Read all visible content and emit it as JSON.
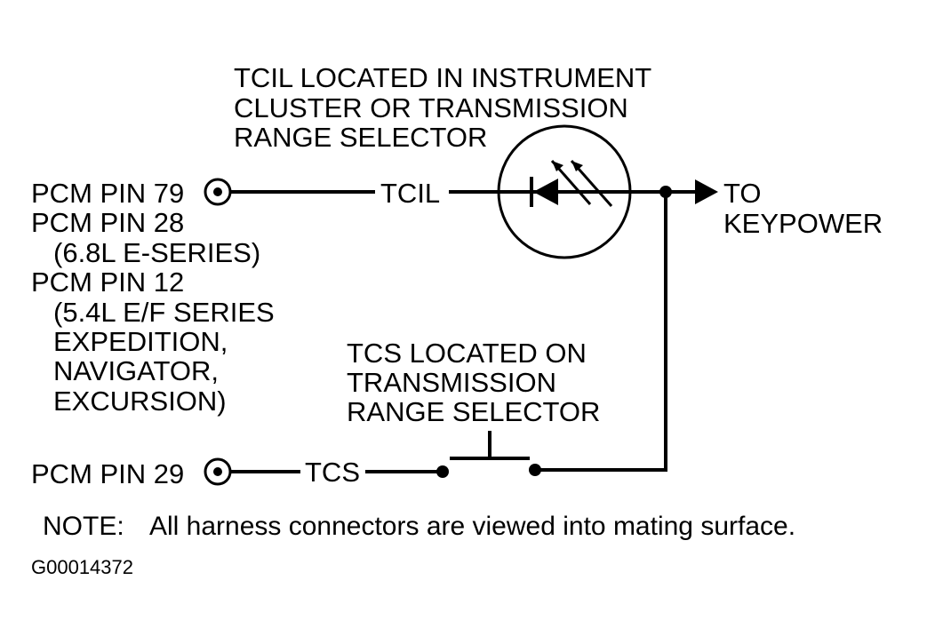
{
  "tcil_location": {
    "lines": [
      "TCIL LOCATED IN INSTRUMENT",
      "CLUSTER OR TRANSMISSION",
      "RANGE SELECTOR"
    ]
  },
  "left_pins": {
    "lines": [
      "PCM PIN 79",
      "PCM PIN 28",
      "(6.8L E-SERIES)",
      "PCM PIN 12",
      "(5.4L E/F SERIES",
      "EXPEDITION,",
      "NAVIGATOR,",
      "EXCURSION)"
    ],
    "tcs_pin": "PCM PIN 29"
  },
  "wires": {
    "tcil_label": "TCIL",
    "tcs_label": "TCS"
  },
  "keypower": {
    "lines": [
      "TO",
      "KEYPOWER"
    ]
  },
  "tcs_location": {
    "lines": [
      "TCS LOCATED ON",
      "TRANSMISSION",
      "RANGE SELECTOR"
    ]
  },
  "note": {
    "label": "NOTE:",
    "text": "All harness connectors are viewed into mating surface."
  },
  "figure_id": "G00014372"
}
